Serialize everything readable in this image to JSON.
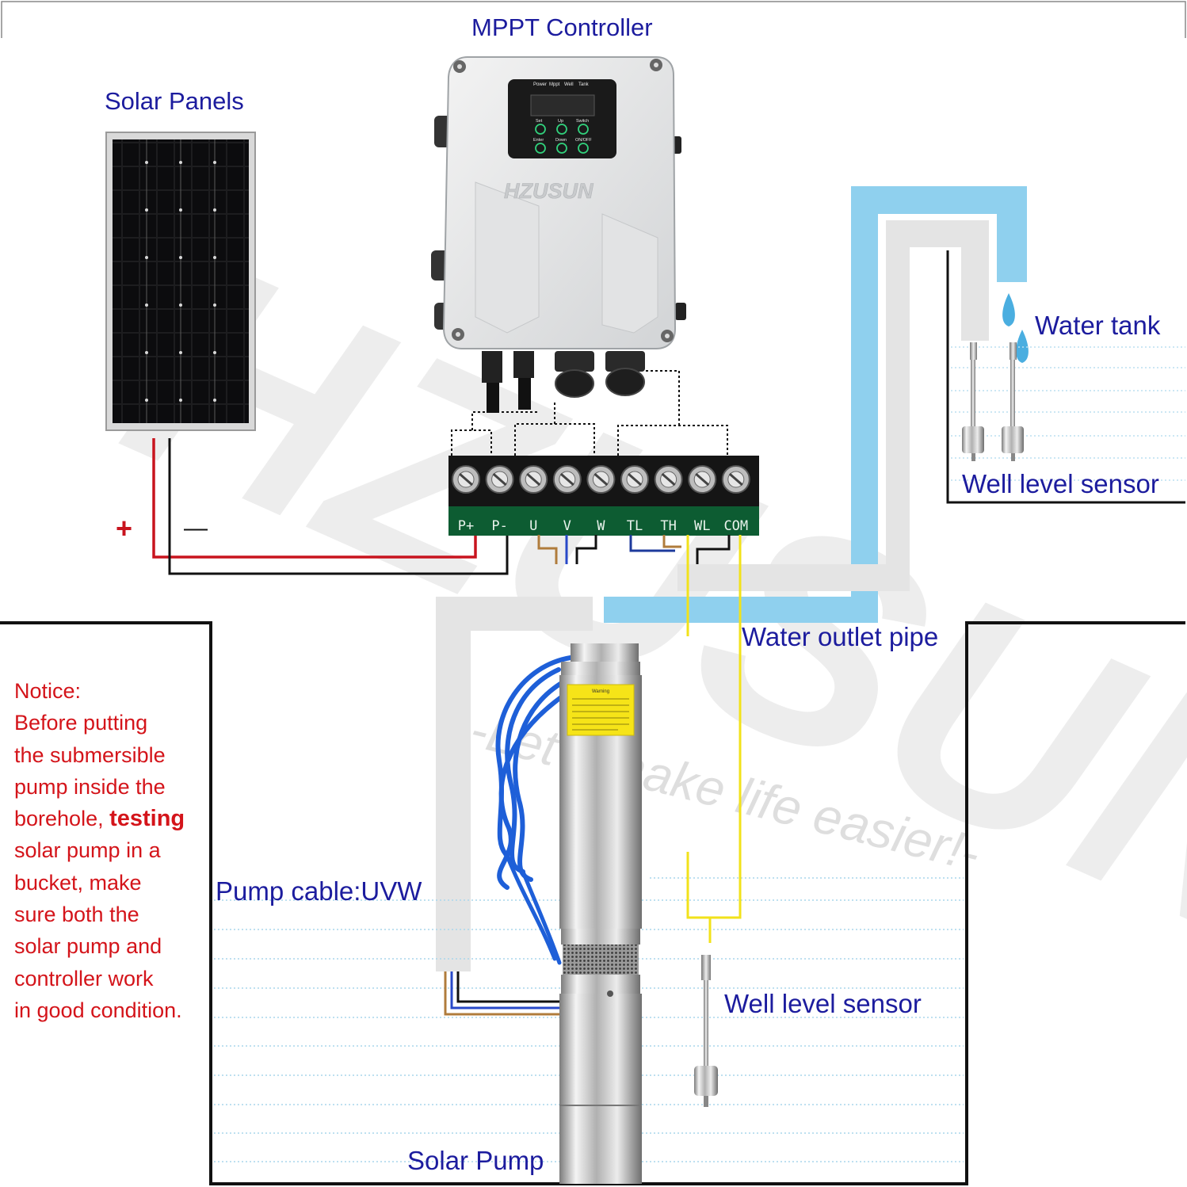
{
  "labels": {
    "mppt_controller": "MPPT Controller",
    "solar_panels": "Solar Panels",
    "water_tank": "Water tank",
    "tank_well_level_sensor": "Well level sensor",
    "water_outlet_pipe": "Water outlet pipe",
    "pump_cable": "Pump cable:UVW",
    "bore_well_level_sensor": "Well level sensor",
    "solar_pump": "Solar Pump"
  },
  "polarity": {
    "plus": "+",
    "minus": "—"
  },
  "controller": {
    "brand": "HZUSUN",
    "panel_leds": [
      "Power",
      "Mppt",
      "Well",
      "Tank"
    ],
    "keys": [
      "Set",
      "Up",
      "Switch",
      "Enter",
      "Down",
      "ON/OFF"
    ]
  },
  "terminals": [
    "P+",
    "P-",
    "U",
    "V",
    "W",
    "TL",
    "TH",
    "WL",
    "COM"
  ],
  "pump_warning_label": "Warning",
  "watermark": {
    "logo": "HZUSUN",
    "slogan": "-Let's make life easier!-"
  },
  "notice": {
    "lines": [
      {
        "text": "Notice:"
      },
      {
        "text": "Before putting"
      },
      {
        "text": "the submersible"
      },
      {
        "text": "pump inside the"
      },
      {
        "text": "borehole, ",
        "bold": "testing"
      },
      {
        "text": "solar pump in a"
      },
      {
        "text": "bucket, make"
      },
      {
        "text": "sure both the"
      },
      {
        "text": "solar pump and"
      },
      {
        "text": "controller work"
      },
      {
        "text": "in good condition."
      }
    ]
  },
  "colors": {
    "label_text": "#1c1c9e",
    "notice_text": "#d4141a",
    "positive_wire": "#c8141e",
    "negative_wire": "#111111",
    "sensor_wire": "#f2e21a",
    "pipe": "#8fd0ee",
    "terminal_block": "#0d5c32",
    "pump_cable": "#1e5fd8"
  }
}
